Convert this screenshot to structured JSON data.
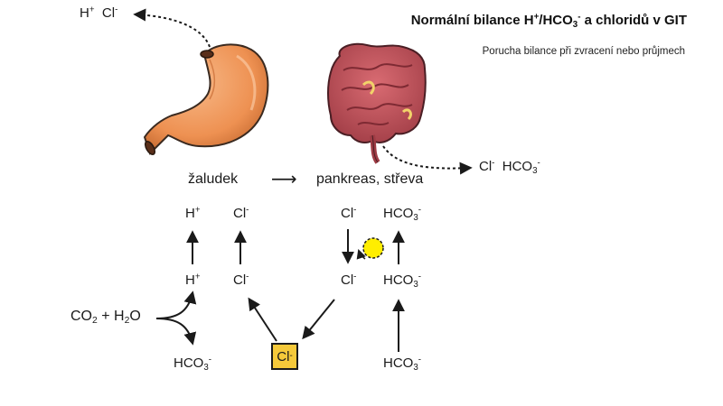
{
  "header": {
    "title": {
      "pre": "Normální bilance H",
      "sup1": "+",
      "mid": "/HCO",
      "sub1": "3",
      "sup2": "-",
      "post": " a chloridů v GIT"
    },
    "subtitle": "Porucha bilance při zvracení nebo průjmech"
  },
  "top": {
    "stomach_out": {
      "h": "H",
      "h_sup": "+",
      "cl": "Cl",
      "cl_sup": "-"
    },
    "intestine_out": {
      "cl": "Cl",
      "cl_sup": "-",
      "hco": "HCO",
      "hco_sub": "3",
      "hco_sup": "-"
    }
  },
  "organs": {
    "stomach_label": "žaludek",
    "flow_arrow": "⟶",
    "intestine_label": "pankreas, střeva"
  },
  "ions": {
    "h": "H",
    "plus": "+",
    "cl": "Cl",
    "minus": "-",
    "hco": "HCO",
    "three": "3",
    "co2": "CO",
    "two": "2",
    "plus_sign": " + ",
    "h2": "H",
    "o": "O"
  },
  "colors": {
    "stomach": "#f0995a",
    "intestine": "#c9575f",
    "accent_yellow": "#f5c93a",
    "dot_yellow": "#ffee00"
  },
  "icons": [
    "stomach-icon",
    "intestine-icon",
    "exchanger-dot-icon"
  ]
}
